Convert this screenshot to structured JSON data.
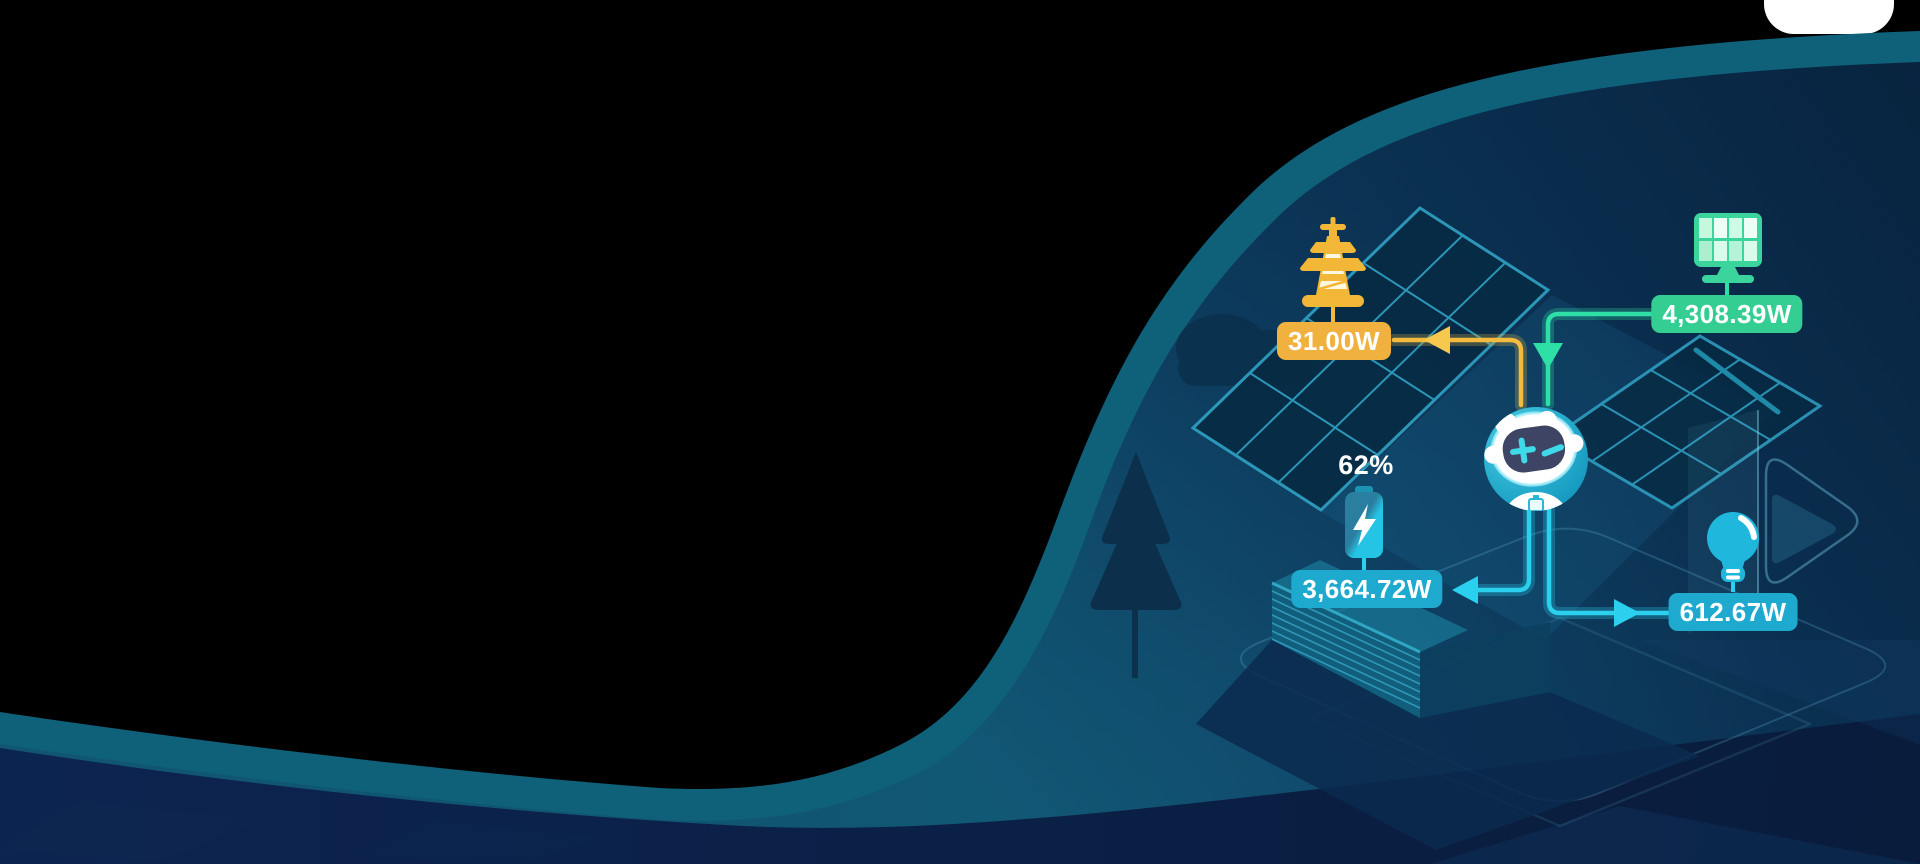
{
  "energy_flow": {
    "grid": {
      "value": "31.00W"
    },
    "solar": {
      "value": "4,308.39W"
    },
    "battery": {
      "value": "3,664.72W",
      "soc": "62%"
    },
    "home_load": {
      "value": "612.67W"
    }
  },
  "icons": {
    "grid": "transmission-tower-icon",
    "solar": "solar-panel-icon",
    "battery": "battery-charging-icon",
    "home_load": "light-bulb-icon",
    "center": "robot-inverter-mascot"
  },
  "colors": {
    "grid_accent": "#F0B13E",
    "solar_accent": "#35CE92",
    "battery_accent": "#1EA9CE",
    "load_accent": "#1EA9CE",
    "flow_yellow": "#F2BB3F",
    "flow_green": "#2FE0A6",
    "flow_cyan": "#2BD0EE",
    "wave_band": "#0F6079",
    "wave_navy": "#0B2450",
    "background": "#000000",
    "white_cloud": "#FFFFFF"
  }
}
